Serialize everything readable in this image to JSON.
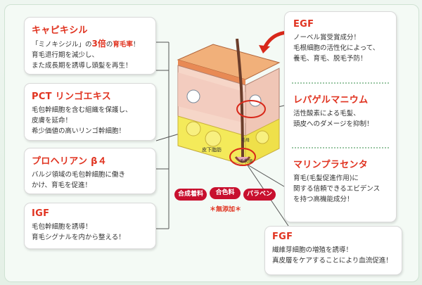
{
  "cards": {
    "kyapikishiru": {
      "title": "キャピキシル",
      "line1_a": "「ミノキシジル」の",
      "line1_b": "3倍",
      "line1_c": "の",
      "line1_d": "育毛率",
      "line1_e": "！",
      "line2": "育毛退行期を減少し、",
      "line3": "また成長期を誘導し頭髪を再生！"
    },
    "pct": {
      "title": "PCT リンゴエキス",
      "line1": "毛包幹細胞を含む組織を保護し、",
      "line2": "皮膚を延命！",
      "line3": "希少価値の高いリンゴ幹細胞！"
    },
    "procollagen": {
      "title": "プロヘリアン β４",
      "line1": "バルジ領域の毛包幹細胞に働き",
      "line2": "かけ、育毛を促進！"
    },
    "igf": {
      "title": "IGF",
      "line1": "毛包幹細胞を誘導！",
      "line2": "育毛シグナルを内から整える！"
    },
    "egf": {
      "title": "EGF",
      "line1": "ノーベル賞受賞成分！",
      "line2": "毛根細胞の活性化によって、",
      "line3": "養毛、育毛、脱毛予防！"
    },
    "lepagel": {
      "title": "レパゲルマニウム",
      "line1": "活性酸素による毛髪、",
      "line2": "頭皮へのダメージを抑制！"
    },
    "marine": {
      "title": "マリンプラセンタ",
      "line1": "育毛(毛髪促進作用)に",
      "line2": "関する信頼できるエビデンス",
      "line3": "を持つ高機能成分！"
    },
    "fgf": {
      "title": "FGF",
      "line1": "繊維芽細胞の増殖を誘導！",
      "line2": "真皮層をケアすることにより血流促進！"
    }
  },
  "diagram": {
    "label_subcutaneous": "皮下脂肪",
    "label_hair_matrix": "毛母",
    "label_papilla": "毛乳頭"
  },
  "badges": {
    "items": [
      "合成着料",
      "合色料",
      "パラベン"
    ],
    "note": "＊無添加＊"
  },
  "colors": {
    "accent_red": "#e0321f",
    "badge_red": "#c8102e",
    "background": "#e8f3ea"
  }
}
